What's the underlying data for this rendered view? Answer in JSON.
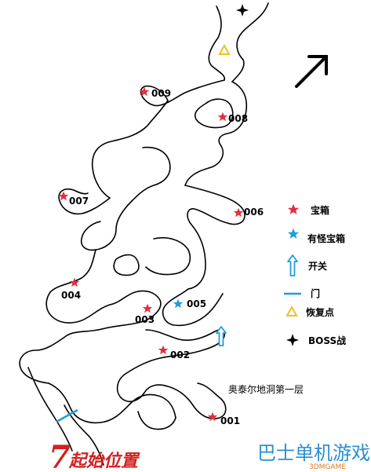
{
  "map": {
    "title": "奥泰尔地洞第一层",
    "start_label": "起始位置",
    "start_glyph": "7",
    "watermark": "巴士单机游戏",
    "watermark_small": "3DMGAME",
    "colors": {
      "treasure": "#e0303f",
      "monster_treasure": "#1e9fd8",
      "switch": "#1e9fd8",
      "door": "#1e9fd8",
      "recovery": "#f0c020",
      "boss": "#000000",
      "wall": "#000000",
      "start": "#d42020"
    },
    "icons": {
      "treasure": "red-star-icon",
      "monster_treasure": "blue-star-icon",
      "switch": "up-arrow-icon",
      "door": "door-line-icon",
      "recovery": "yellow-triangle-icon",
      "boss": "cross-star-icon",
      "compass": "northeast-arrow-icon"
    },
    "markers": [
      {
        "label": "009",
        "type": "treasure"
      },
      {
        "label": "008",
        "type": "treasure"
      },
      {
        "label": "007",
        "type": "treasure"
      },
      {
        "label": "006",
        "type": "treasure"
      },
      {
        "label": "005",
        "type": "monster_treasure"
      },
      {
        "label": "004",
        "type": "treasure"
      },
      {
        "label": "003",
        "type": "treasure"
      },
      {
        "label": "002",
        "type": "treasure"
      },
      {
        "label": "001",
        "type": "treasure"
      }
    ],
    "legend": [
      {
        "label": "宝箱",
        "icon": "treasure"
      },
      {
        "label": "有怪宝箱",
        "icon": "monster_treasure"
      },
      {
        "label": "开关",
        "icon": "switch"
      },
      {
        "label": "门",
        "icon": "door"
      },
      {
        "label": "恢复点",
        "icon": "recovery"
      },
      {
        "label": "BOSS战",
        "icon": "boss"
      }
    ]
  }
}
